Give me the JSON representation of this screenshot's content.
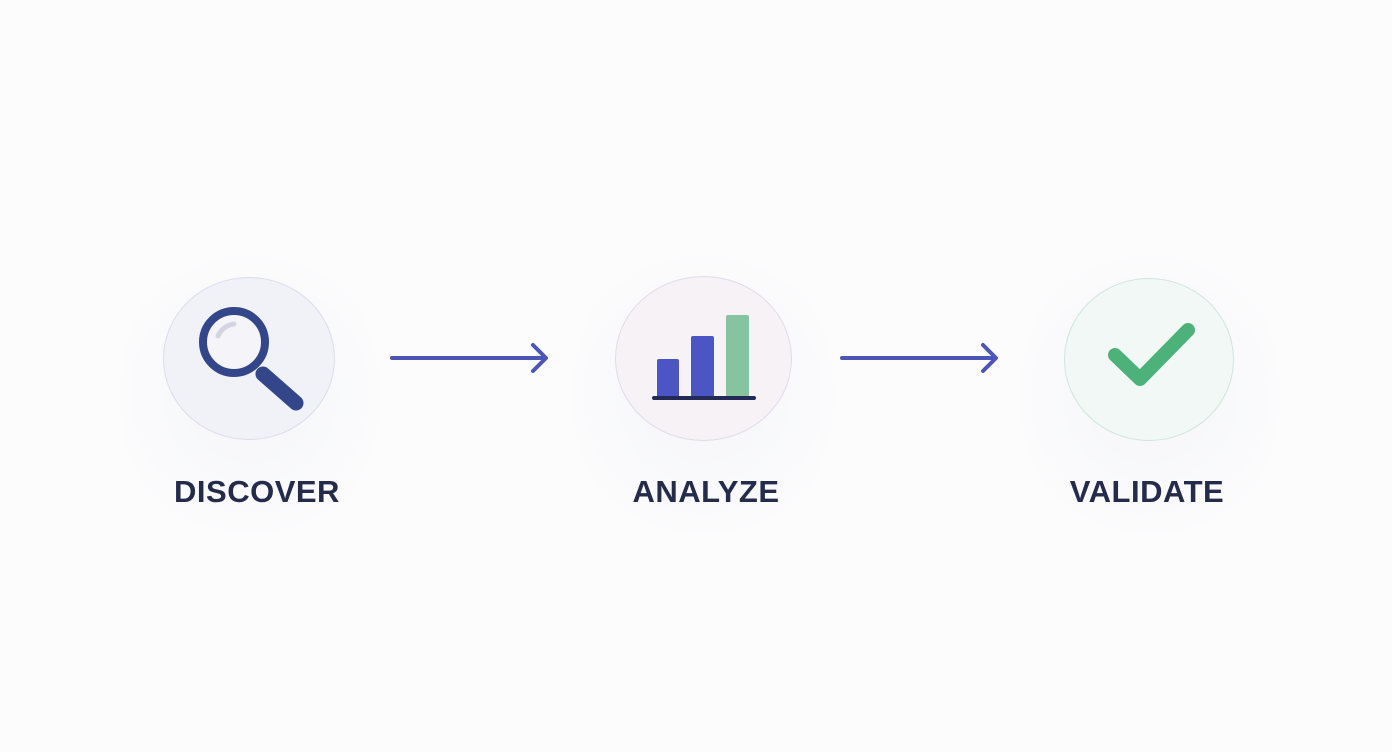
{
  "diagram": {
    "type": "process-flow",
    "steps": [
      {
        "label": "DISCOVER",
        "icon": "magnifier-icon",
        "fill": "#f1f1f8",
        "accent": "#34468a"
      },
      {
        "label": "ANALYZE",
        "icon": "bar-chart-icon",
        "fill": "#f6f2f6",
        "accent": "#4b55c4"
      },
      {
        "label": "VALIDATE",
        "icon": "checkmark-icon",
        "fill": "#f2f8f5",
        "accent": "#4cb27a"
      }
    ],
    "connectors": [
      {
        "from": "DISCOVER",
        "to": "ANALYZE",
        "color": "#4d55b6"
      },
      {
        "from": "ANALYZE",
        "to": "VALIDATE",
        "color": "#4d55b6"
      }
    ],
    "colors": {
      "label_text": "#252b4a",
      "arrow": "#4d55b6",
      "bar_blue": "#4b55c4",
      "bar_green": "#86c4a0",
      "check_green": "#4cb27a",
      "magnifier": "#34468a"
    }
  }
}
